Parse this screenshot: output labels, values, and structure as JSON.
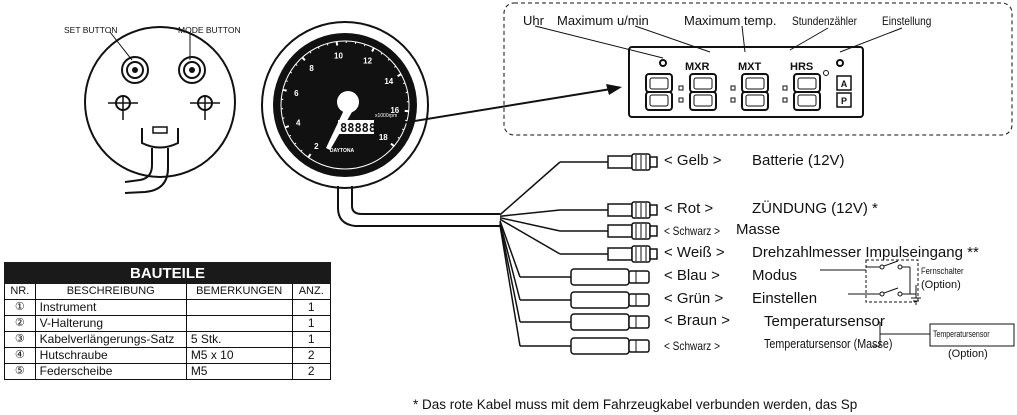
{
  "top_labels": {
    "set_button": "SET BUTTON",
    "mode_button": "MODE BUTTON"
  },
  "gauge": {
    "brand": "DAYTONA",
    "scale_unit": "x1000rpm",
    "ticks": [
      "2",
      "4",
      "6",
      "8",
      "10",
      "12",
      "14",
      "16",
      "18"
    ],
    "lcd_text": "88888"
  },
  "lcd_callout": {
    "labels": {
      "uhr": "Uhr",
      "max_rpm": "Maximum u/min",
      "max_temp": "Maximum temp.",
      "hours": "Stundenzähler",
      "setting": "Einstellung"
    },
    "indicators": {
      "mxr": "MXR",
      "mxt": "MXT",
      "hrs": "HRS"
    },
    "side_letters": [
      "A",
      "P"
    ]
  },
  "wires": [
    {
      "color": "< Gelb >",
      "function": "Batterie (12V)"
    },
    {
      "color": "< Rot >",
      "function": "ZÜNDUNG (12V) *"
    },
    {
      "color": "< Schwarz >",
      "function": "Masse"
    },
    {
      "color": "< Weiß >",
      "function": "Drehzahlmesser Impulseingang **"
    },
    {
      "color": "< Blau >",
      "function": "Modus"
    },
    {
      "color": "< Grün >",
      "function": "Einstellen"
    },
    {
      "color": "< Braun >",
      "function": "Temperatursensor"
    },
    {
      "color": "< Schwarz >",
      "function": "Temperatursensor (Masse)"
    }
  ],
  "remote_switch": {
    "label": "Fernschalter",
    "option": "(Option)"
  },
  "temp_sensor_box": {
    "label": "Temperatursensor",
    "option": "(Option)"
  },
  "parts_table": {
    "title": "BAUTEILE",
    "headers": [
      "NR.",
      "BESCHREIBUNG",
      "BEMERKUNGEN",
      "ANZ."
    ],
    "rows": [
      {
        "nr": "①",
        "desc": "Instrument",
        "remarks": "",
        "qty": "1"
      },
      {
        "nr": "②",
        "desc": "V-Halterung",
        "remarks": "",
        "qty": "1"
      },
      {
        "nr": "③",
        "desc": "Kabelverlängerungs-Satz",
        "remarks": "5 Stk.",
        "qty": "1"
      },
      {
        "nr": "④",
        "desc": "Hutschraube",
        "remarks": "M5 x 10",
        "qty": "2"
      },
      {
        "nr": "⑤",
        "desc": "Federscheibe",
        "remarks": "M5",
        "qty": "2"
      }
    ]
  },
  "footnote": "* Das rote Kabel muss mit dem Fahrzeugkabel verbunden werden, das Sp"
}
